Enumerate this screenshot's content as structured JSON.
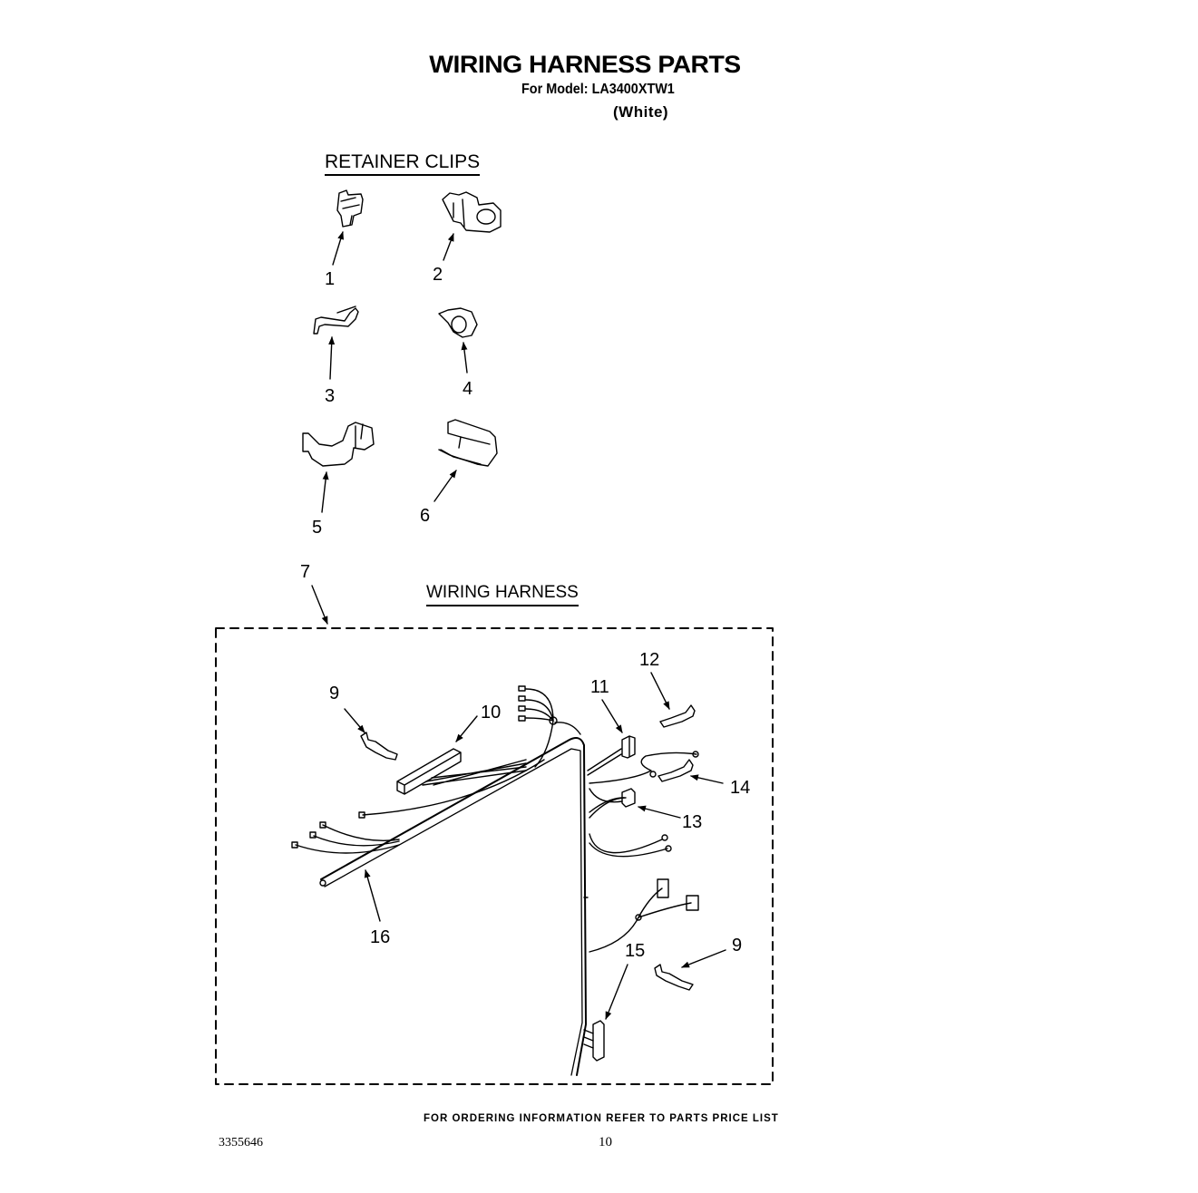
{
  "header": {
    "title": "WIRING HARNESS PARTS",
    "model_line": "For Model: LA3400XTW1",
    "color_line": "(White)"
  },
  "sections": {
    "retainer_clips": {
      "heading": "RETAINER CLIPS",
      "callouts": [
        "1",
        "2",
        "3",
        "4",
        "5",
        "6"
      ]
    },
    "wiring_harness": {
      "heading": "WIRING HARNESS",
      "assembly_callout": "7",
      "callouts": [
        "9",
        "10",
        "11",
        "12",
        "13",
        "14",
        "16",
        "15",
        "9"
      ]
    }
  },
  "footer": {
    "ordering_note": "FOR ORDERING INFORMATION REFER TO PARTS PRICE LIST",
    "document_number": "3355646",
    "page_number": "10"
  }
}
